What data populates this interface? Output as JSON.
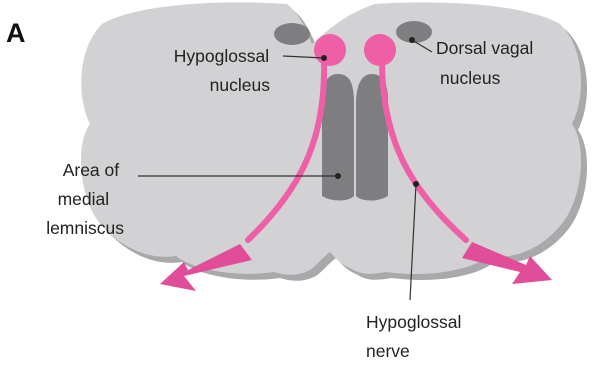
{
  "figure": {
    "panel_letter": "A",
    "labels": {
      "hypoglossal_nucleus": [
        "Hypoglossal",
        "nucleus"
      ],
      "dorsal_vagal_nucleus": [
        "Dorsal vagal",
        "nucleus"
      ],
      "medial_lemniscus": [
        "Area of",
        "medial",
        "lemniscus"
      ],
      "hypoglossal_nerve": [
        "Hypoglossal",
        "nerve"
      ]
    }
  },
  "colors": {
    "background": "#ffffff",
    "section_fill": "#d2d2d4",
    "section_shadow": "#a9a9ab",
    "nucleus_dark": "#7e7e80",
    "nerve_pink": "#ee5fa6",
    "arrow_pink": "#e24d9a",
    "leader_line": "#333333",
    "text": "#222222"
  }
}
